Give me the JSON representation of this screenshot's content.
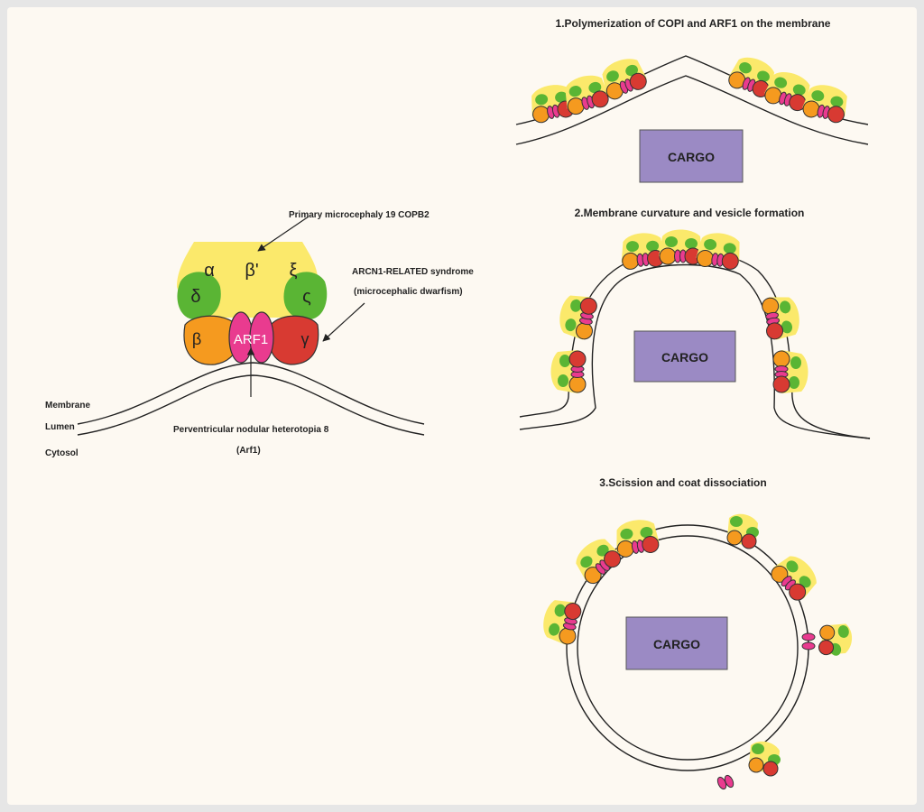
{
  "colors": {
    "yellow": "#fbe96b",
    "green": "#5ab534",
    "orange": "#f59a1f",
    "red": "#d83a32",
    "pink": "#e93b8f",
    "cargo": "#9b8ac4",
    "background": "#fdf9f2"
  },
  "left_panel": {
    "subunits": {
      "alpha": "α",
      "beta_prime": "β'",
      "xi": "ξ",
      "delta": "δ",
      "zeta": "ς",
      "beta": "β",
      "arf1": "ARF1",
      "gamma": "γ"
    },
    "annotations": {
      "copb2": "Primary microcephaly 19 COPB2",
      "arcn1_line1": "ARCN1-RELATED syndrome",
      "arcn1_line2": "(microcephalic dwarfism)",
      "arf1_line1": "Perventricular nodular heterotopia 8",
      "arf1_line2": "(Arf1)"
    },
    "labels": {
      "membrane": "Membrane",
      "lumen": "Lumen",
      "cytosol": "Cytosol"
    }
  },
  "steps": [
    {
      "title": "1.Polymerization of COPI and ARF1 on the membrane",
      "cargo": "CARGO"
    },
    {
      "title": "2.Membrane curvature and vesicle formation",
      "cargo": "CARGO"
    },
    {
      "title": "3.Scission and coat dissociation",
      "cargo": "CARGO"
    }
  ]
}
